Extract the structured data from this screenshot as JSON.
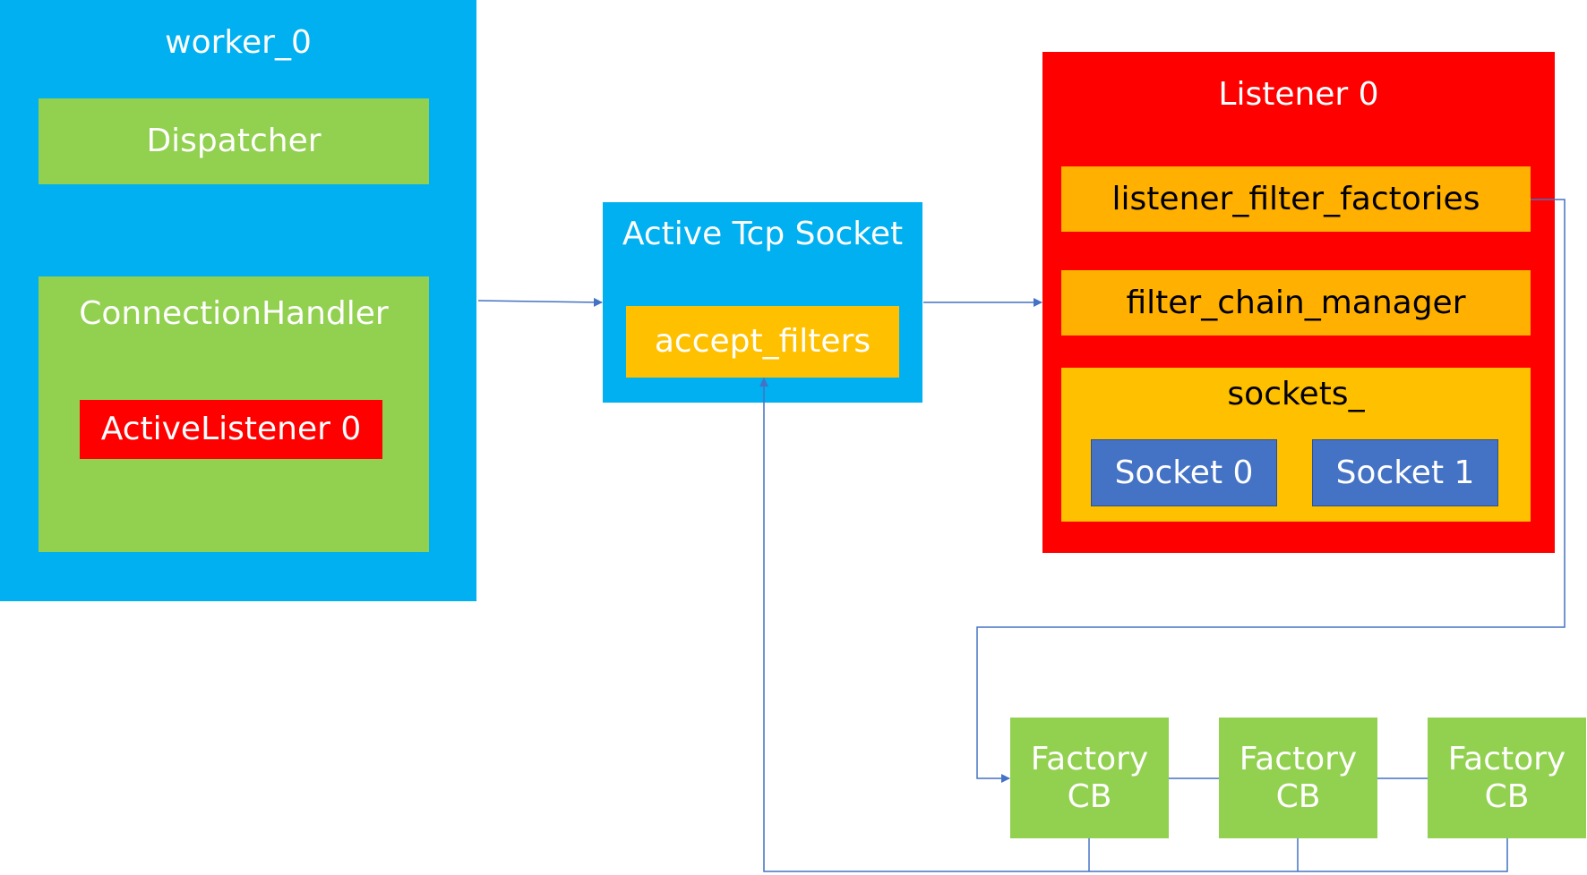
{
  "colors": {
    "blue_container": "#00b0f0",
    "green": "#92d050",
    "red": "#ff0000",
    "orange": "#ffb000",
    "amber": "#ffc000",
    "socket_blue": "#4472c4",
    "connector": "#4472c4"
  },
  "worker": {
    "title": "worker_0",
    "dispatcher": "Dispatcher",
    "connection_handler": {
      "title": "ConnectionHandler",
      "active_listener": "ActiveListener 0"
    }
  },
  "active_tcp_socket": {
    "title": "Active Tcp Socket",
    "accept_filters": "accept_filters"
  },
  "listener": {
    "title": "Listener 0",
    "listener_filter_factories": "listener_filter_factories",
    "filter_chain_manager": "filter_chain_manager",
    "sockets": {
      "title": "sockets_",
      "items": [
        "Socket 0",
        "Socket 1"
      ]
    }
  },
  "factory_cbs": [
    {
      "line1": "Factory",
      "line2": "CB"
    },
    {
      "line1": "Factory",
      "line2": "CB"
    },
    {
      "line1": "Factory",
      "line2": "CB"
    }
  ]
}
